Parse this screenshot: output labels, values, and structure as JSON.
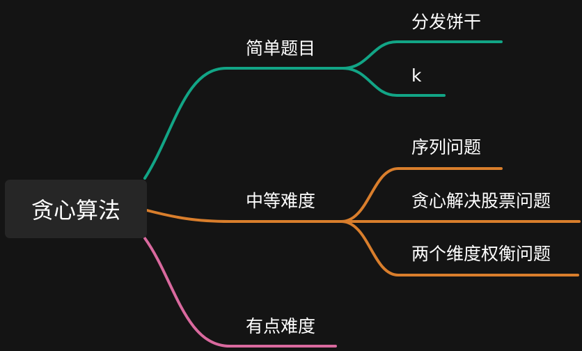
{
  "mindmap": {
    "root": "贪心算法",
    "colors": {
      "teal": "#12a586",
      "orange": "#d97e2c",
      "pink": "#d9699e",
      "root_bg": "#262626",
      "background": "#141414",
      "text": "#ffffff"
    },
    "topics": [
      {
        "label": "简单题目",
        "color": "teal",
        "subtopics": [
          "分发饼干",
          "k"
        ]
      },
      {
        "label": "中等难度",
        "color": "orange",
        "subtopics": [
          "序列问题",
          "贪心解决股票问题",
          "两个维度权衡问题"
        ]
      },
      {
        "label": "有点难度",
        "color": "pink",
        "subtopics": []
      }
    ]
  }
}
